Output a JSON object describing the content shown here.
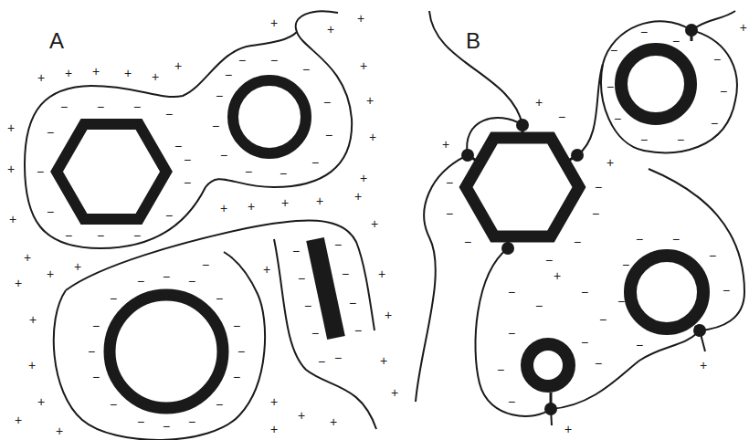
{
  "diagram": {
    "labels": [
      "A",
      "B",
      "+",
      "+",
      "+",
      "+",
      "+",
      "+",
      "+",
      "+",
      "+",
      "+",
      "+",
      "+",
      "+",
      "+",
      "+",
      "+",
      "+",
      "+",
      "+",
      "+",
      "+",
      "+",
      "+",
      "+",
      "+",
      "+",
      "+",
      "+",
      "+",
      "+",
      "+",
      "+",
      "+",
      "+",
      "+",
      "+",
      "+",
      "+",
      "+",
      "+",
      "−",
      "−",
      "−",
      "−",
      "−",
      "−",
      "−",
      "−",
      "−",
      "−",
      "−",
      "−",
      "−",
      "−",
      "−",
      "−",
      "−",
      "−",
      "−",
      "−",
      "−",
      "−",
      "−",
      "−",
      "−",
      "−",
      "−",
      "−",
      "−",
      "−",
      "−",
      "−",
      "−",
      "−",
      "−",
      "−",
      "−",
      "−",
      "−",
      "−",
      "−",
      "−",
      "−",
      "−",
      "−",
      "−",
      "−",
      "−",
      "−",
      "−",
      "−",
      "−",
      "−",
      "+",
      "+",
      "+",
      "+",
      "+",
      "+",
      "+",
      "−",
      "−",
      "−",
      "−",
      "−",
      "−",
      "−",
      "−",
      "−",
      "−",
      "−",
      "−",
      "−",
      "−",
      "−",
      "−",
      "−",
      "−",
      "−",
      "−",
      "−",
      "−",
      "−",
      "−",
      "−",
      "−",
      "−",
      "−",
      "−",
      "−",
      "−",
      "−",
      "−",
      "−"
    ]
  }
}
